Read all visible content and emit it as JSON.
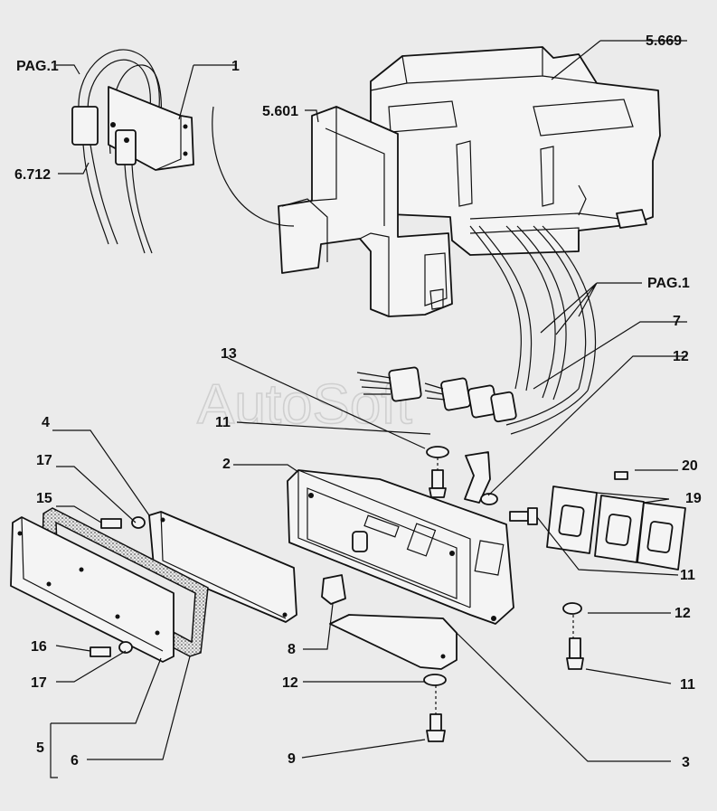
{
  "watermark": "AutoSoft",
  "labels": {
    "l_5669": "5.669",
    "l_5601": "5.601",
    "l_pag1_a": "PAG.1",
    "l_pag1_b": "PAG.1",
    "l_1": "1",
    "l_6712": "6.712",
    "l_7": "7",
    "l_12_a": "12",
    "l_13": "13",
    "l_11_a": "11",
    "l_2": "2",
    "l_4": "4",
    "l_20": "20",
    "l_19": "19",
    "l_17_a": "17",
    "l_15": "15",
    "l_11_b": "11",
    "l_12_b": "12",
    "l_16": "16",
    "l_8": "8",
    "l_17_b": "17",
    "l_12_c": "12",
    "l_11_c": "11",
    "l_5": "5",
    "l_6": "6",
    "l_9": "9",
    "l_3": "3"
  }
}
